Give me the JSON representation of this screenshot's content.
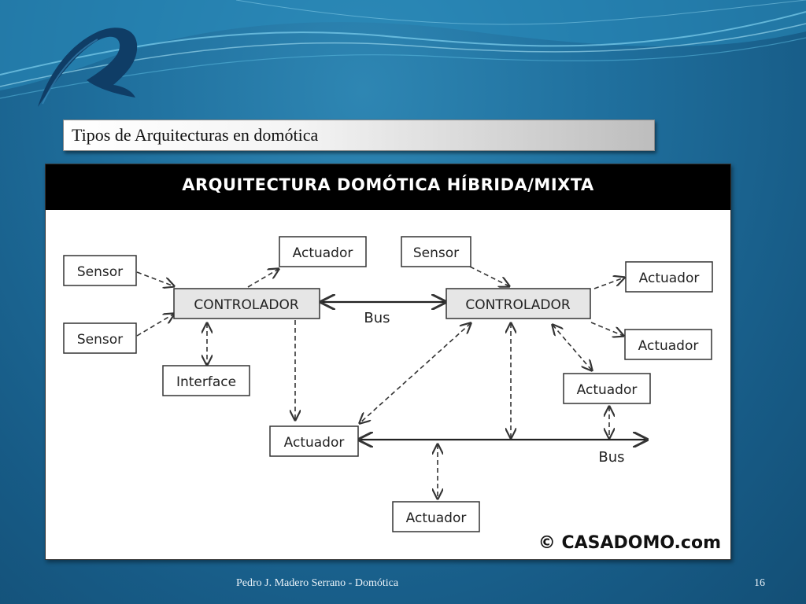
{
  "slide": {
    "title": "Tipos de Arquitecturas en domótica",
    "footer_author": "Pedro J. Madero Serrano - Domótica",
    "page_number": "16"
  },
  "diagram": {
    "title": "ARQUITECTURA DOMÓTICA HÍBRIDA/MIXTA",
    "nodes": {
      "sensor_left_top": "Sensor",
      "sensor_left_bottom": "Sensor",
      "actuador_top_left": "Actuador",
      "controlador_left": "CONTROLADOR",
      "interface": "Interface",
      "sensor_top_right": "Sensor",
      "controlador_right": "CONTROLADOR",
      "actuador_right_top": "Actuador",
      "actuador_right_middle": "Actuador",
      "actuador_right_bus": "Actuador",
      "actuador_bus_left": "Actuador",
      "actuador_bottom": "Actuador"
    },
    "bus_label_top": "Bus",
    "bus_label_bottom": "Bus",
    "copyright": "© CASADOMO.com"
  },
  "colors": {
    "background": "#1f6f9d",
    "controller_fill": "#e6e6e6",
    "box_border": "#333333"
  }
}
